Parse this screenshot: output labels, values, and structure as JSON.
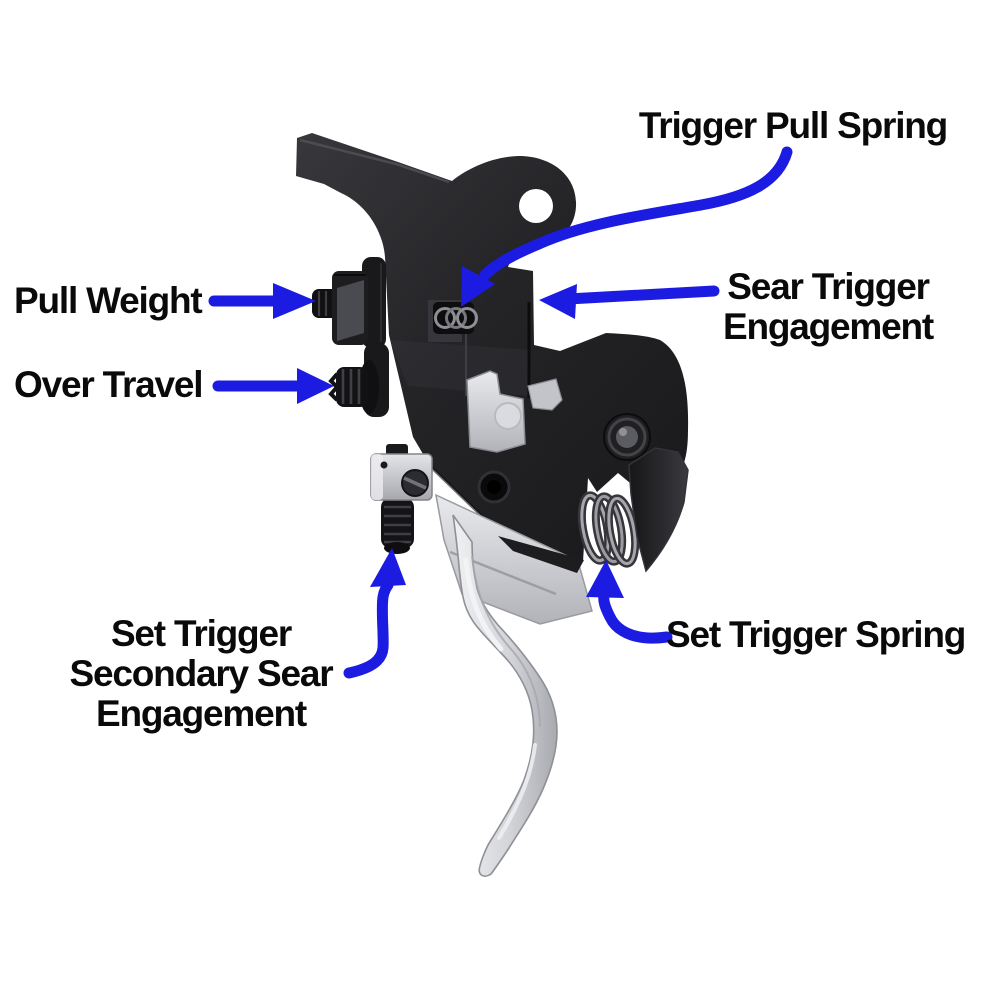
{
  "figure": {
    "illustration": "Side-view photo of a rifle set-trigger mechanism with six blue adjustment callouts",
    "background": "#ffffff",
    "arrow_color": "#1b1be2",
    "text_color": "#0a0a0a"
  },
  "labels": [
    {
      "id": "trigger-pull-spring",
      "lines": [
        "Trigger Pull Spring"
      ]
    },
    {
      "id": "pull-weight",
      "lines": [
        "Pull Weight"
      ]
    },
    {
      "id": "sear-trigger-engagement",
      "lines": [
        "Sear Trigger",
        "Engagement"
      ]
    },
    {
      "id": "over-travel",
      "lines": [
        "Over Travel"
      ]
    },
    {
      "id": "set-trigger-secondary-sear-engagement",
      "lines": [
        "Set Trigger",
        "Secondary Sear",
        "Engagement"
      ]
    },
    {
      "id": "set-trigger-spring",
      "lines": [
        "Set Trigger Spring"
      ]
    }
  ]
}
